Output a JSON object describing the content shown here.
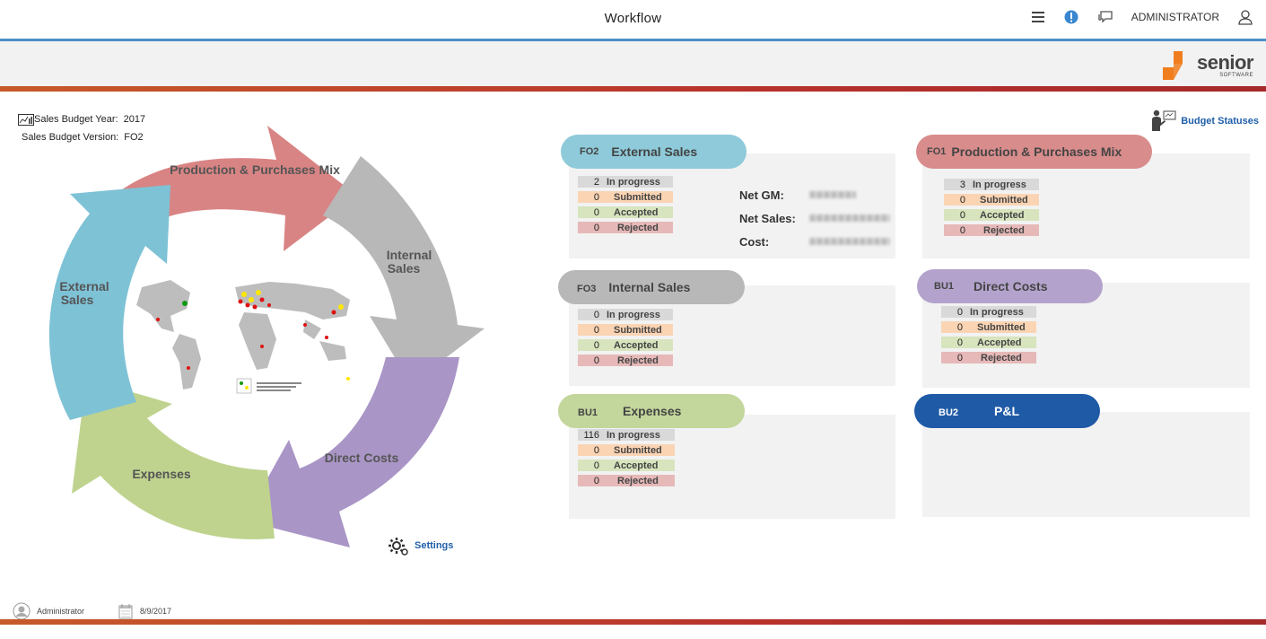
{
  "header": {
    "title": "Workflow",
    "user": "ADMINISTRATOR"
  },
  "logo": {
    "main": "senior",
    "sub": "SOFTWARE"
  },
  "budget": {
    "year_label": "Sales Budget Year:",
    "year_value": "2017",
    "version_label": "Sales Budget Version:",
    "version_value": "FO2"
  },
  "budget_statuses_label": "Budget Statuses",
  "settings_label": "Settings",
  "cycle": {
    "production": "Production & Purchases Mix",
    "internal_line1": "Internal",
    "internal_line2": "Sales",
    "direct": "Direct Costs",
    "expenses": "Expenses",
    "external_line1": "External",
    "external_line2": "Sales"
  },
  "status_labels": {
    "in_progress": "In progress",
    "submitted": "Submitted",
    "accepted": "Accepted",
    "rejected": "Rejected"
  },
  "cards": {
    "external": {
      "code": "FO2",
      "name": "External Sales",
      "in_progress": "2",
      "submitted": "0",
      "accepted": "0",
      "rejected": "0"
    },
    "production": {
      "code": "FO1",
      "name": "Production & Purchases Mix",
      "in_progress": "3",
      "submitted": "0",
      "accepted": "0",
      "rejected": "0"
    },
    "internal": {
      "code": "FO3",
      "name": "Internal Sales",
      "in_progress": "0",
      "submitted": "0",
      "accepted": "0",
      "rejected": "0"
    },
    "direct": {
      "code": "BU1",
      "name": "Direct Costs",
      "in_progress": "0",
      "submitted": "0",
      "accepted": "0",
      "rejected": "0"
    },
    "expenses": {
      "code": "BU1",
      "name": "Expenses",
      "in_progress": "116",
      "submitted": "0",
      "accepted": "0",
      "rejected": "0"
    },
    "pl": {
      "code": "BU2",
      "name": "P&L"
    }
  },
  "metrics": {
    "net_gm": "Net GM:",
    "net_sales": "Net Sales:",
    "cost": "Cost:"
  },
  "footer": {
    "user": "Administrator",
    "date": "8/9/2017"
  },
  "colors": {
    "external": "#8ecad9",
    "production": "#d98c8c",
    "internal": "#b8b8b8",
    "direct": "#b3a3cc",
    "expenses": "#c3d69b",
    "pl": "#1f5aa6",
    "accent": "#4a90c8"
  }
}
